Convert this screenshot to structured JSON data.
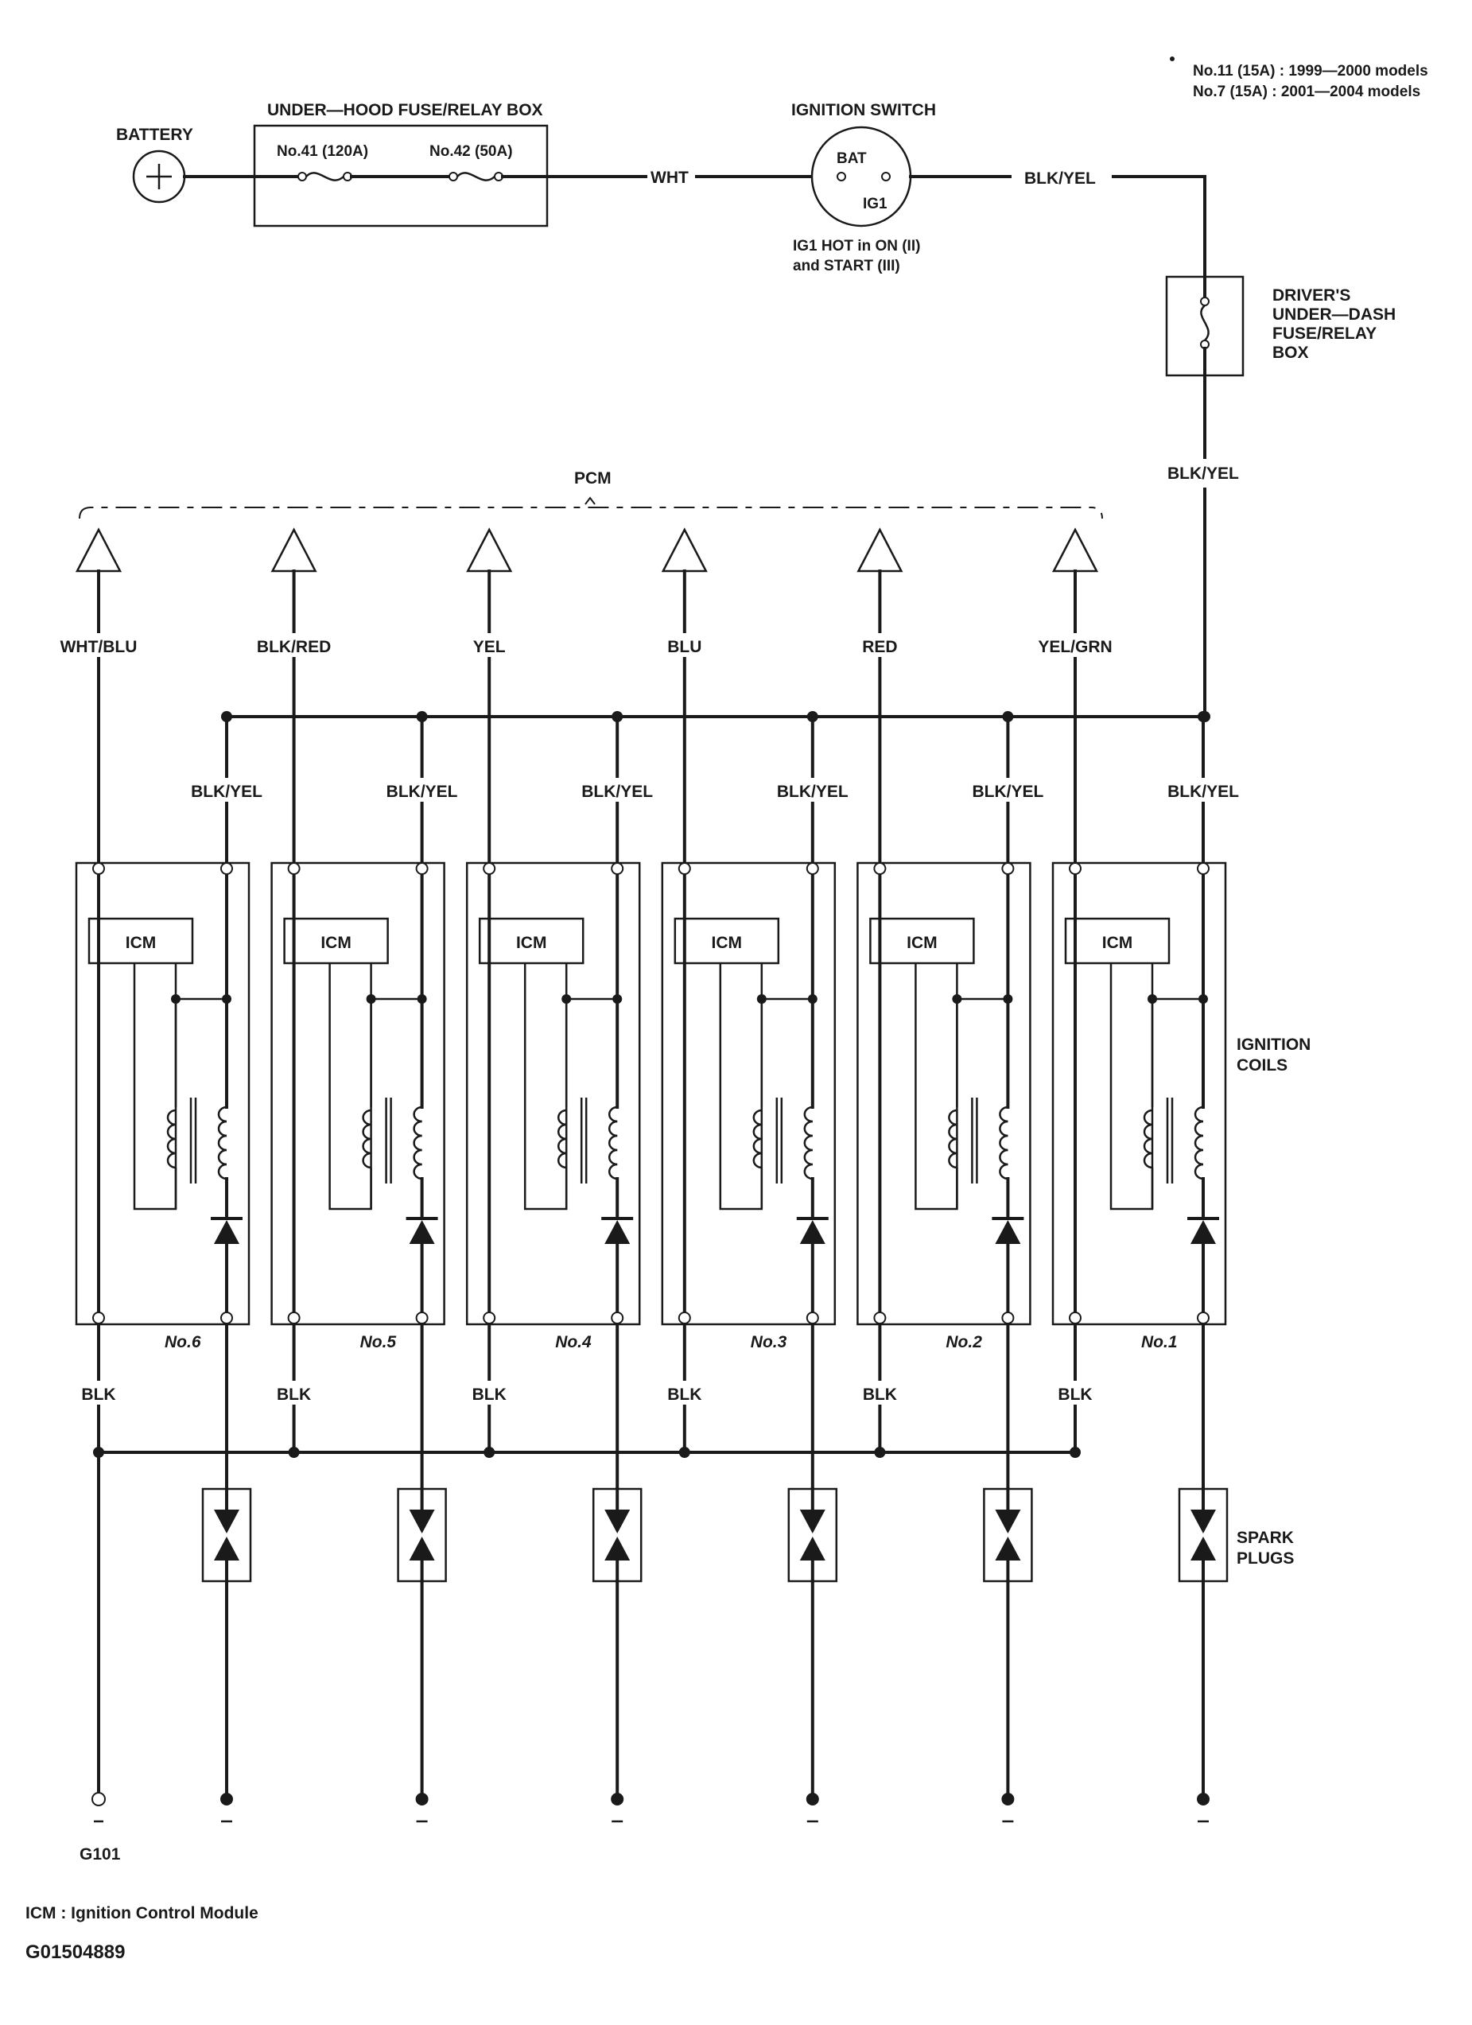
{
  "notes": {
    "line1": "No.11 (15A)   : 1999—2000 models",
    "line2": "No.7 (15A)     : 2001—2004 models"
  },
  "battery": {
    "label": "BATTERY"
  },
  "underhood_box": {
    "label": "UNDER—HOOD FUSE/RELAY BOX",
    "fuse1": "No.41 (120A)",
    "fuse2": "No.42 (50A)"
  },
  "ignition_switch": {
    "label": "IGNITION SWITCH",
    "bat": "BAT",
    "ig1": "IG1",
    "note_line1": "IG1 HOT in ON (II)",
    "note_line2": "and START (III)"
  },
  "wires": {
    "wht": "WHT",
    "blk_yel_top": "BLK/YEL",
    "blk_yel_down": "BLK/YEL"
  },
  "driver_box": {
    "line1": "DRIVER'S",
    "line2": "UNDER—DASH",
    "line3": "FUSE/RELAY",
    "line4": "BOX"
  },
  "pcm": {
    "label": "PCM"
  },
  "signal_wires": [
    "WHT/BLU",
    "BLK/RED",
    "YEL",
    "BLU",
    "RED",
    "YEL/GRN"
  ],
  "feed_wire": "BLK/YEL",
  "ground_wire": "BLK",
  "icm_label": "ICM",
  "coils": [
    "No.6",
    "No.5",
    "No.4",
    "No.3",
    "No.2",
    "No.1"
  ],
  "ignition_coils": {
    "line1": "IGNITION",
    "line2": "COILS"
  },
  "spark_plugs": {
    "line1": "SPARK",
    "line2": "PLUGS"
  },
  "ground": {
    "label": "G101"
  },
  "legend": {
    "text": "ICM : Ignition Control Module"
  },
  "figure_id": "G01504889"
}
